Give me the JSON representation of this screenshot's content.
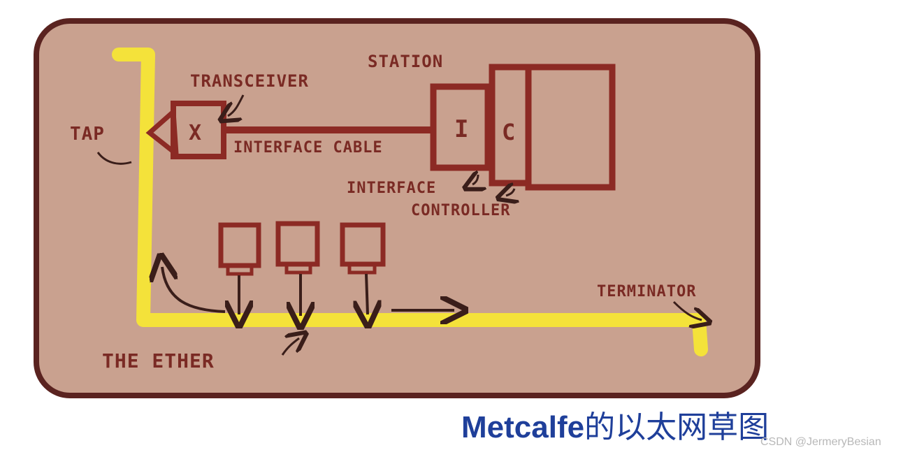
{
  "diagram": {
    "labels": {
      "station": "STATION",
      "transceiver": "TRANSCEIVER",
      "tap": "TAP",
      "transceiver_mark": "X",
      "interface_cable": "INTERFACE CABLE",
      "interface_mark": "I",
      "controller_mark": "C",
      "interface": "INTERFACE",
      "controller": "CONTROLLER",
      "terminator": "TERMINATOR",
      "the_ether": "THE ETHER"
    },
    "colors": {
      "card": "#c9a18f",
      "card_border": "#5a2320",
      "ink": "#8c2a24",
      "ether": "#f4e23a",
      "arrow": "#3a1e1a"
    }
  },
  "caption": {
    "latin": "Metcalfe",
    "cjk": "的以太网草图"
  },
  "watermark": "CSDN @JermeryBesian"
}
